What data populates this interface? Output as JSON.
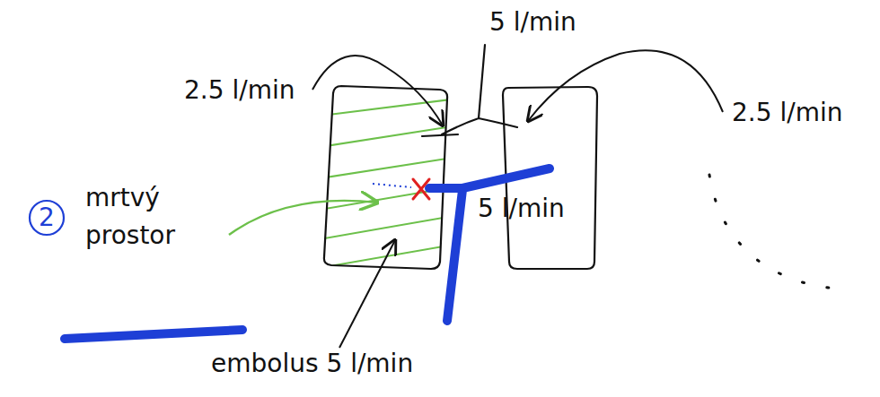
{
  "diagram": {
    "labels": [
      "5 l/min",
      "2.5 l/min",
      "2.5 l/min",
      "5 l/min",
      "2",
      "mrtvý prostor",
      "embolus 5 l/min"
    ]
  }
}
